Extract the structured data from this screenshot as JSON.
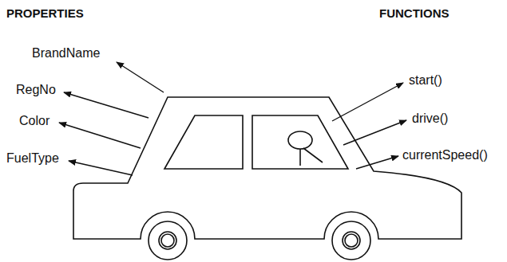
{
  "diagram": {
    "labels": [
      "PROPERTIES",
      "FUNCTIONS",
      "BrandName",
      "RegNo",
      "Color",
      "FuelType",
      "start()",
      "drive()",
      "currentSpeed()"
    ]
  }
}
